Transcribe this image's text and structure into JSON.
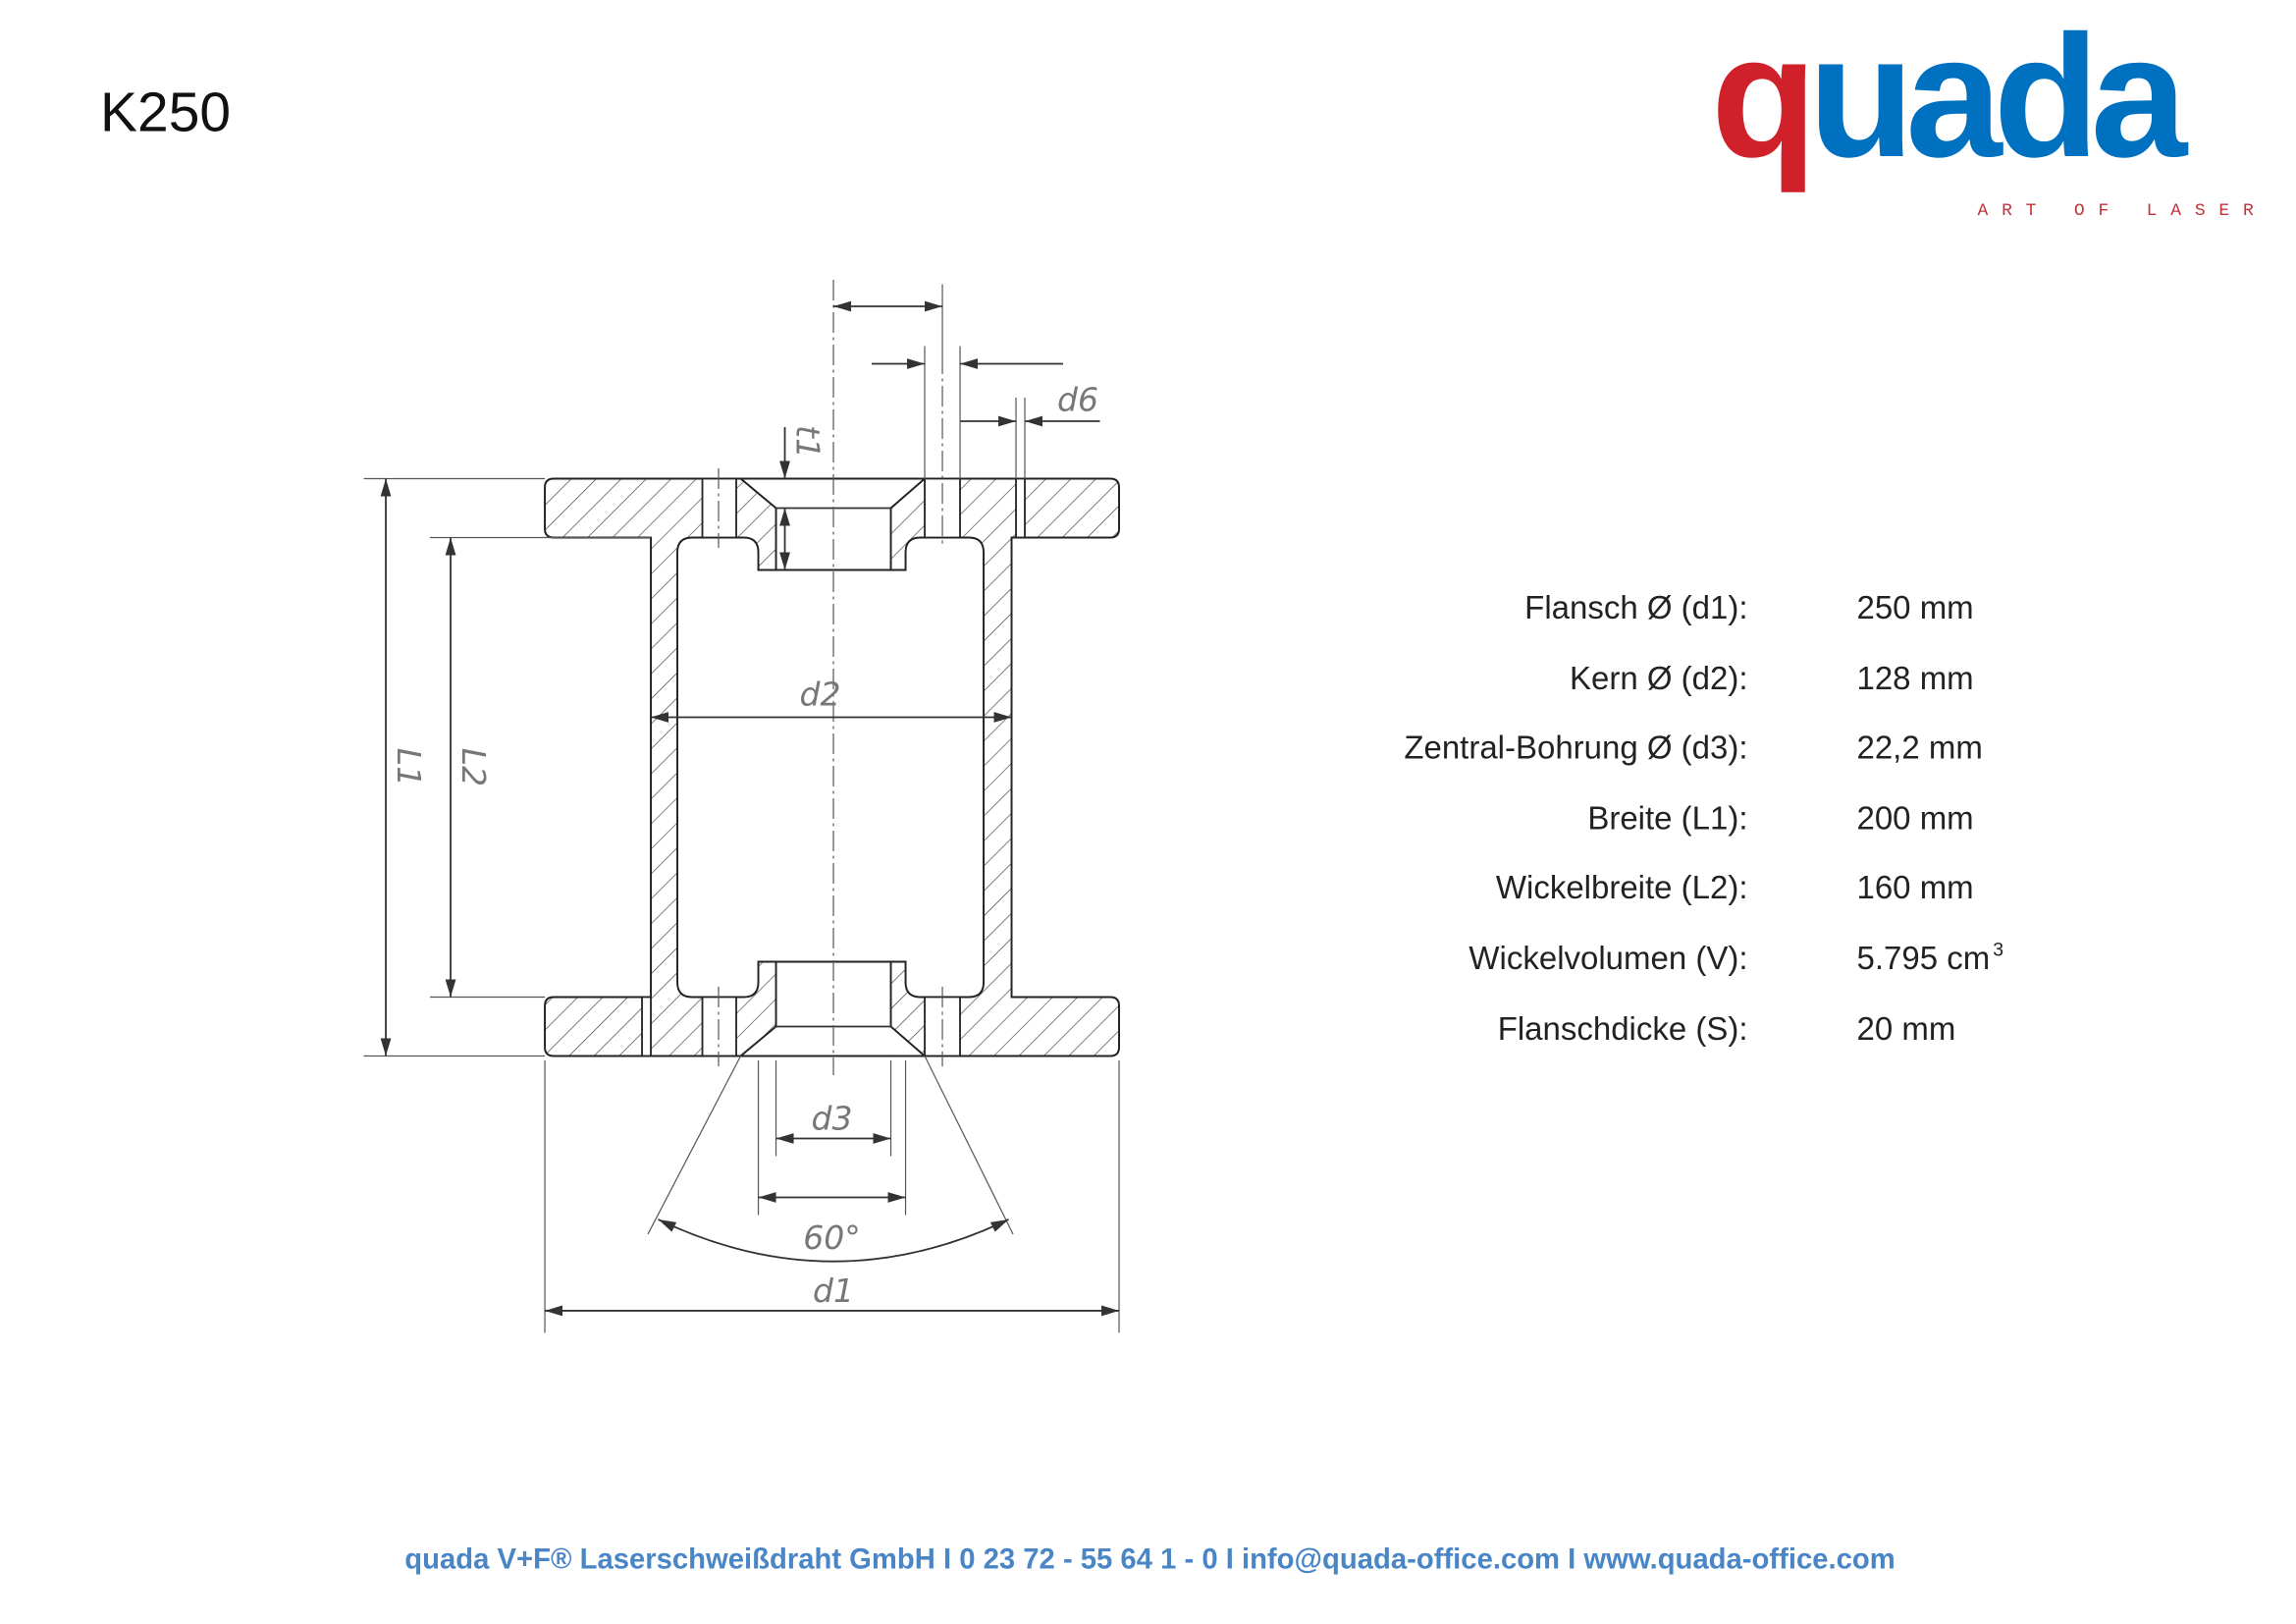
{
  "title": "K250",
  "logo": {
    "wordmark_q": "q",
    "wordmark_rest": "uada",
    "tagline": "ART OF LASER",
    "red": "#d0202a",
    "blue": "#0070c0"
  },
  "drawing_labels": {
    "d1": "d1",
    "d2": "d2",
    "d3": "d3",
    "d6": "d6",
    "t1": "t1",
    "L1": "L1",
    "L2": "L2",
    "angle": "60°"
  },
  "specs": [
    {
      "label": "Flansch Ø (d1):",
      "value": "250 mm"
    },
    {
      "label": "Kern Ø (d2):",
      "value": "128 mm"
    },
    {
      "label": "Zentral-Bohrung Ø (d3):",
      "value": "22,2 mm"
    },
    {
      "label": "Breite (L1):",
      "value": "200 mm"
    },
    {
      "label": "Wickelbreite (L2):",
      "value": "160 mm"
    },
    {
      "label": "Wickelvolumen (V):",
      "value": "5.795 cm",
      "sup": "3"
    },
    {
      "label": "Flanschdicke (S):",
      "value": "20 mm"
    }
  ],
  "footer": {
    "company": "quada V+F® Laserschweißdraht GmbH",
    "phone": "0 23 72 - 55 64 1 - 0",
    "email": "info@quada-office.com",
    "web": "www.quada-office.com",
    "separator": "I",
    "color": "#4a86c5"
  }
}
